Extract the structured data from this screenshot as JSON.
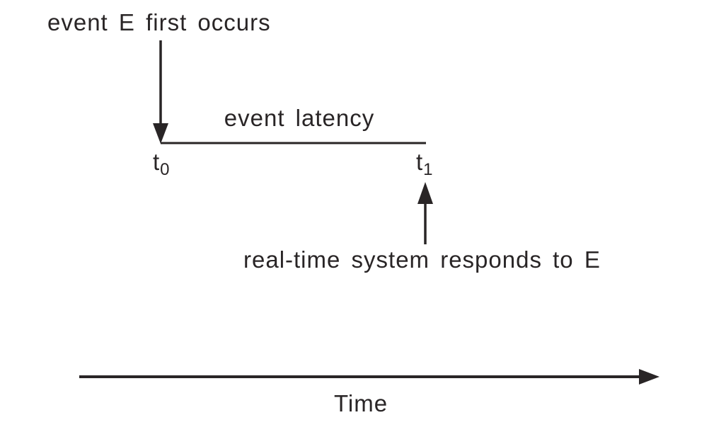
{
  "colors": {
    "ink": "#292526",
    "background": "#ffffff"
  },
  "labels": {
    "event_occurs": "event E first occurs",
    "event_latency": "event latency",
    "system_responds": "real-time system responds to E",
    "time_axis": "Time",
    "t0": {
      "base": "t",
      "sub": "0"
    },
    "t1": {
      "base": "t",
      "sub": "1"
    }
  }
}
